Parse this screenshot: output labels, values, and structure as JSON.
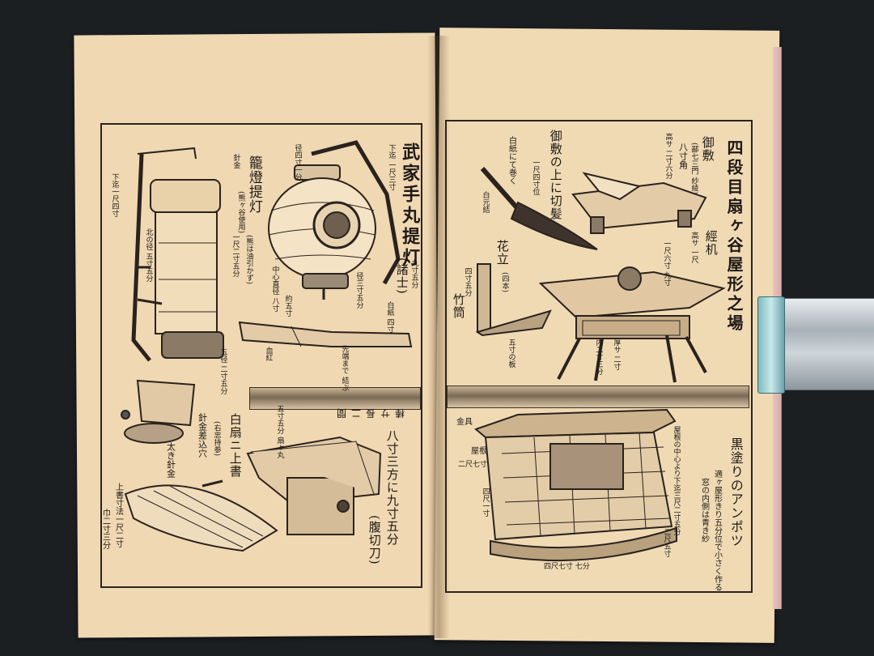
{
  "left_page": {
    "title": "武家手丸提灯",
    "title_note": "(諸士)",
    "kago_lantern": "籠燈提灯",
    "kago_note": "(熊ヶ谷使用)",
    "kago_note2": "(熊は油引かず)",
    "kago_size": "一尺二寸五分",
    "hook_label": "針金",
    "hook_size": "下迄一尺四寸",
    "pole_label": "北の径 五寸五分",
    "lantern_top": "径四寸一分",
    "lantern_drop": "下迄 一尺三寸",
    "lantern_size": "九寸五分",
    "lantern_width": "径三寸五分",
    "center_dia": "中心直径 八寸",
    "about_size": "約五寸",
    "white_paper": "白紙 四寸",
    "handle_note": "先端まで 結ぶ",
    "blood_label": "血紅",
    "outer_dia": "五径 二寸五分",
    "fan_label": "白扇ニ上書",
    "fan_note": "(右忠持参)",
    "wire_hole": "針金差込穴",
    "thick_wire": "太き針金",
    "length_label": "棒サ長二間",
    "sanbo_size": "五寸五分 扇ヶ丸",
    "sanbo_label": "八寸三方に九寸五分",
    "blade_label": "(腹切刀)",
    "inscription_size": "上書寸法一尺二寸",
    "inscription_width": "巾二寸三分"
  },
  "right_page": {
    "scene_title": "四段目扇ヶ谷屋形之場",
    "cushion_label": "御敷",
    "cushion_note": "(鄙七三門 紗綾)",
    "cushion_size": "八寸角",
    "cushion_height": "高サ 二寸六分",
    "hair_label": "御敷の上に切髪",
    "hair_size": "一尺四寸位",
    "hair_note": "白紙にて巻く",
    "hair_tie": "白元結",
    "desk_label": "經机",
    "desk_height": "高サ 一尺",
    "desk_width": "一尺六寸 九寸",
    "flower_label": "花立",
    "flower_note": "(四本)",
    "bamboo_label": "竹筒",
    "bamboo_size": "四寸五分",
    "board_label": "五寸の板",
    "desk_leg": "厚サ 二寸",
    "desk_depth": "内二寸三分",
    "metal_label": "金具",
    "roof_label": "屋根",
    "roof_size": "二尺七寸",
    "height_label": "四尺一寸",
    "palanquin_label": "黒塗りのアンポツ",
    "palanquin_note": "適ヶ屋形きり五分位で小さく作る",
    "palanquin_note2": "窓の内側は青き紗",
    "roof_center": "屋根の中心より下迄三尺二寸五分",
    "base_size": "二尺五寸",
    "bottom_size": "四尺七寸 七分"
  }
}
